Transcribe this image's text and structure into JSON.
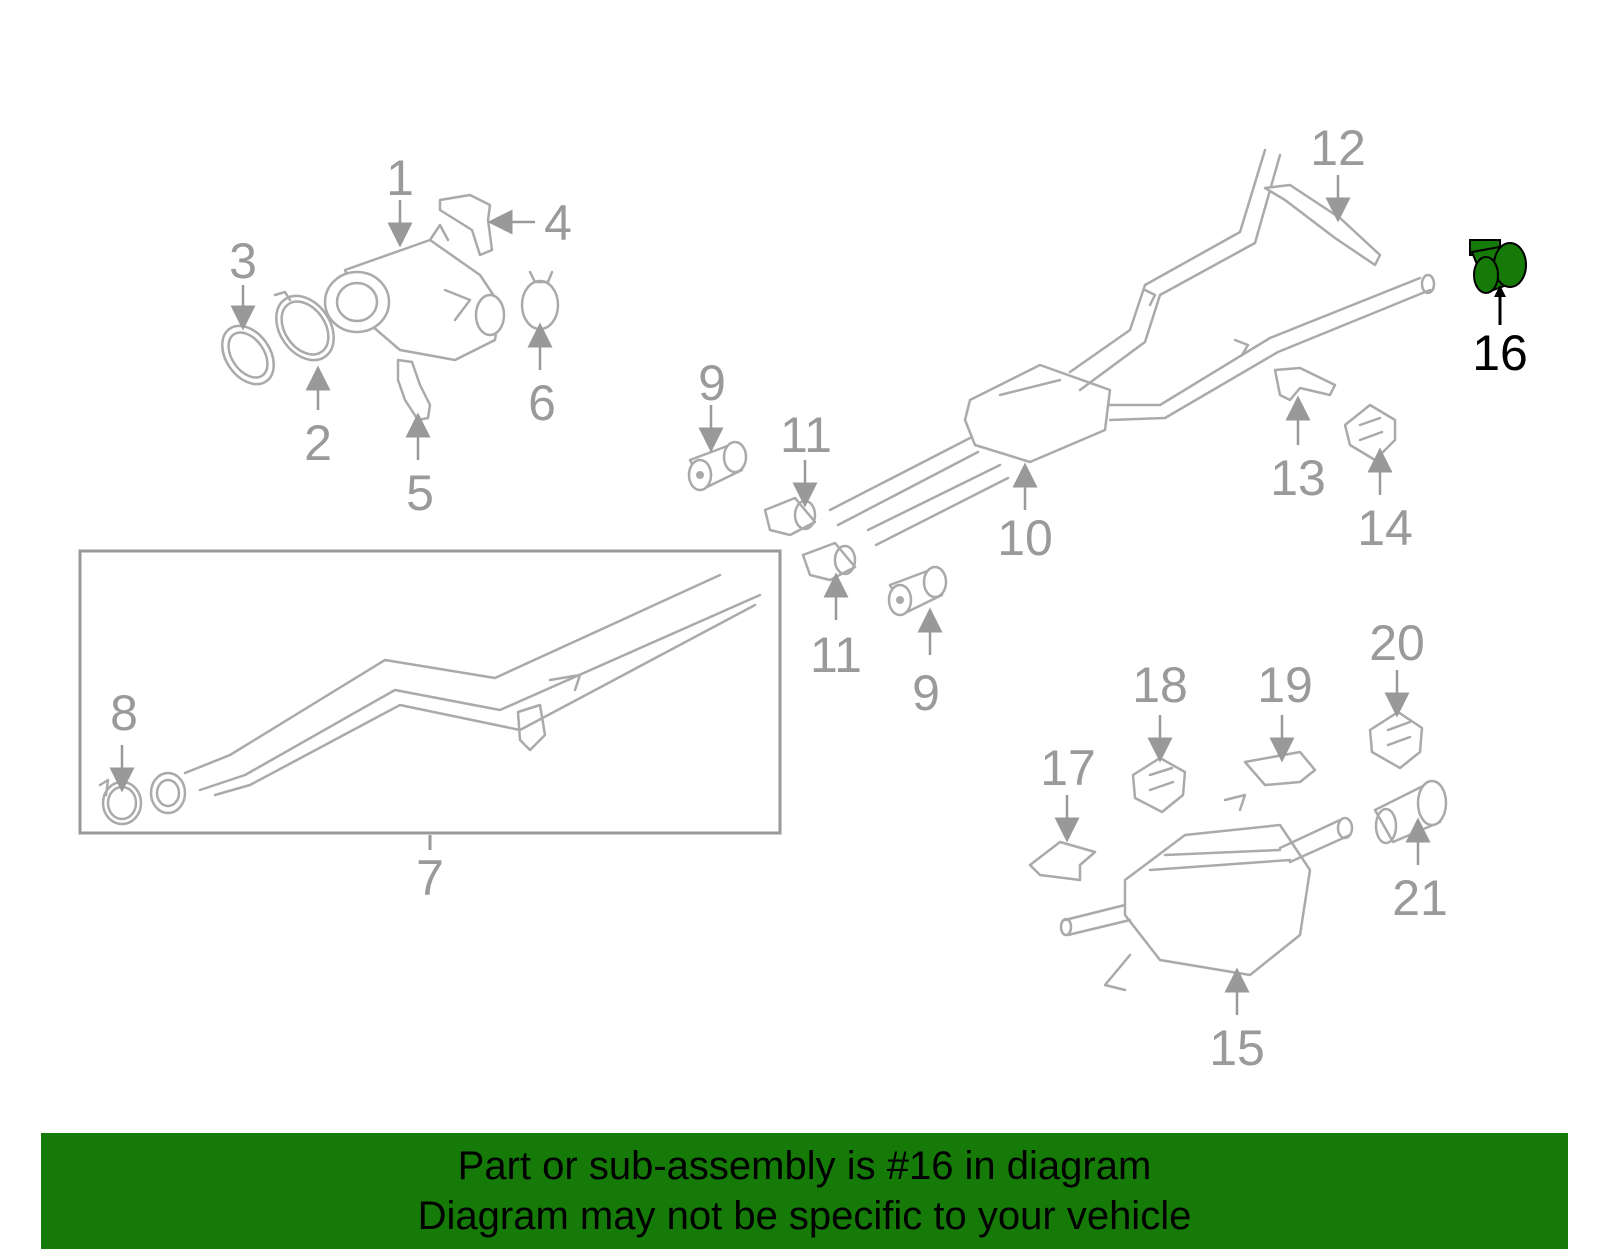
{
  "diagram": {
    "callouts": [
      "1",
      "2",
      "3",
      "4",
      "5",
      "6",
      "7",
      "8",
      "9",
      "9",
      "10",
      "11",
      "11",
      "12",
      "13",
      "14",
      "15",
      "16",
      "17",
      "18",
      "19",
      "20",
      "21"
    ],
    "highlighted_part": "16",
    "highlight_color": "#157a08"
  },
  "banner": {
    "line1": "Part or sub-assembly is #16 in diagram",
    "line2": "Diagram may not be specific to your vehicle",
    "background": "#157a08"
  }
}
